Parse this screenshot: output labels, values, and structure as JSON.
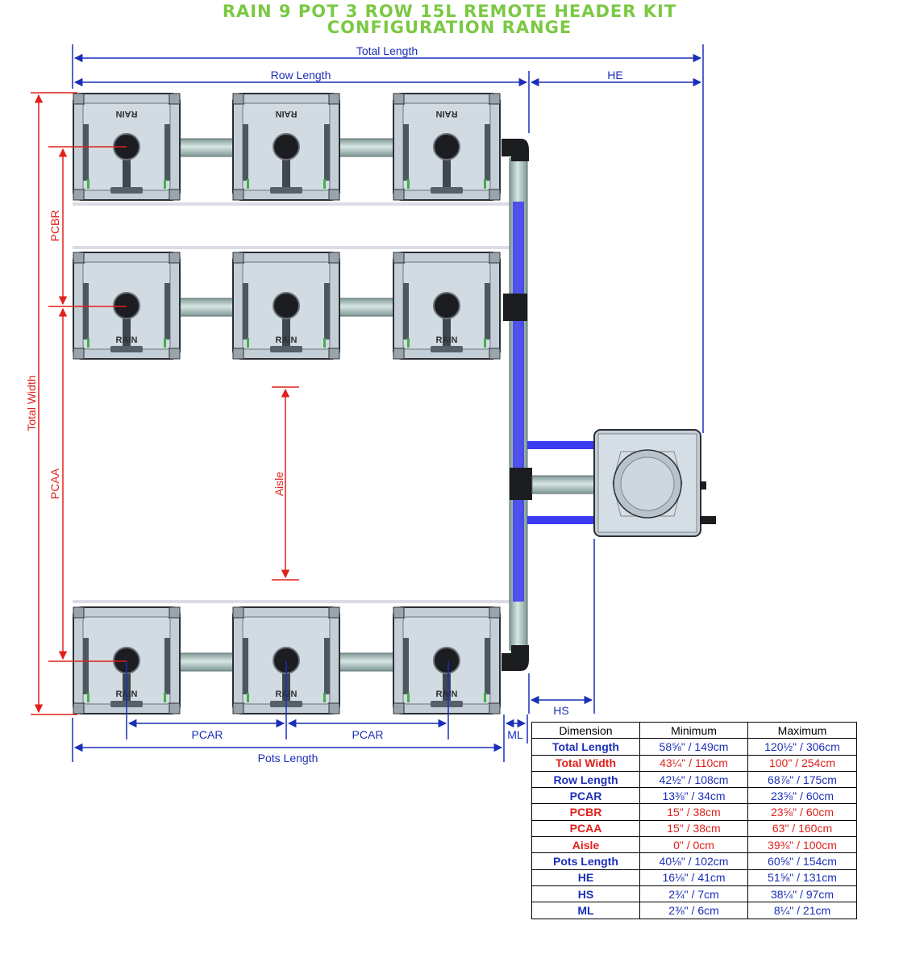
{
  "title": {
    "line1": "RAIN 9 POT 3 ROW 15L REMOTE HEADER KIT",
    "line2": "CONFIGURATION RANGE"
  },
  "colors": {
    "title_green": "#7ac943",
    "dim_blue": "#1a2fb8",
    "dim_red": "#e0201b",
    "pot_fill": "#c9d3db",
    "pipe_teal": "#a9c1bf",
    "hose_blue": "#3a3af0"
  },
  "labels": {
    "total_length": "Total Length",
    "row_length": "Row Length",
    "he": "HE",
    "pcbr": "PCBR",
    "total_width": "Total Width",
    "pcaa": "PCAA",
    "aisle": "Aisle",
    "pcar": "PCAR",
    "ml": "ML",
    "hs": "HS",
    "pots_length": "Pots Length",
    "pot_brand": "RAIN"
  },
  "table": {
    "headers": [
      "Dimension",
      "Minimum",
      "Maximum"
    ],
    "rows": [
      {
        "name": "Total Length",
        "min": "58⅝\" / 149cm",
        "max": "120½\" / 306cm",
        "color": "blue"
      },
      {
        "name": "Total Width",
        "min": "43¼\" / 110cm",
        "max": "100\" / 254cm",
        "color": "red"
      },
      {
        "name": "Row Length",
        "min": "42½\" / 108cm",
        "max": "68⅞\" / 175cm",
        "color": "blue"
      },
      {
        "name": "PCAR",
        "min": "13⅜\" / 34cm",
        "max": "23⅝\" / 60cm",
        "color": "blue"
      },
      {
        "name": "PCBR",
        "min": "15\" / 38cm",
        "max": "23⅝\" / 60cm",
        "color": "red"
      },
      {
        "name": "PCAA",
        "min": "15\" / 38cm",
        "max": "63\" / 160cm",
        "color": "red"
      },
      {
        "name": "Aisle",
        "min": "0\" / 0cm",
        "max": "39⅜\" / 100cm",
        "color": "red"
      },
      {
        "name": "Pots Length",
        "min": "40⅛\" / 102cm",
        "max": "60⅝\" / 154cm",
        "color": "blue"
      },
      {
        "name": "HE",
        "min": "16⅛\" / 41cm",
        "max": "51⅝\" / 131cm",
        "color": "blue"
      },
      {
        "name": "HS",
        "min": "2¾\" / 7cm",
        "max": "38¼\" / 97cm",
        "color": "blue"
      },
      {
        "name": "ML",
        "min": "2⅜\" / 6cm",
        "max": "8¼\" / 21cm",
        "color": "blue"
      }
    ]
  }
}
